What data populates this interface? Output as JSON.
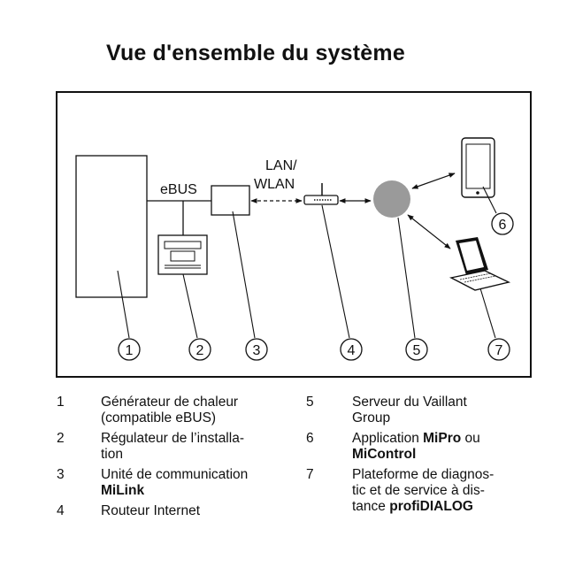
{
  "title": "Vue d'ensemble du système",
  "diagram": {
    "ebus_label": "eBUS",
    "lan_label_1": "LAN/",
    "lan_label_2": "WLAN",
    "callouts": [
      "1",
      "2",
      "3",
      "4",
      "5",
      "6",
      "7"
    ]
  },
  "legend": [
    {
      "num": "1",
      "line1": "Générateur de chaleur",
      "line2": "(compatible eBUS)",
      "line3": ""
    },
    {
      "num": "2",
      "line1": "Régulateur de l’installa-",
      "line2": "tion",
      "line3": ""
    },
    {
      "num": "3",
      "line1": "Unité de communication",
      "line2": "MiLink",
      "line3": ""
    },
    {
      "num": "4",
      "line1": "Routeur Internet",
      "line2": "",
      "line3": ""
    },
    {
      "num": "5",
      "line1": "Serveur du Vaillant",
      "line2": "Group",
      "line3": ""
    },
    {
      "num": "6",
      "line1a": "Application ",
      "line1b": "MiPro",
      "line1c": " ou",
      "line2": "MiControl",
      "line3": ""
    },
    {
      "num": "7",
      "line1": "Plateforme de diagnos-",
      "line2": "tic et de service à dis-",
      "line3a": "tance ",
      "line3b": "profiDIALOG"
    }
  ]
}
